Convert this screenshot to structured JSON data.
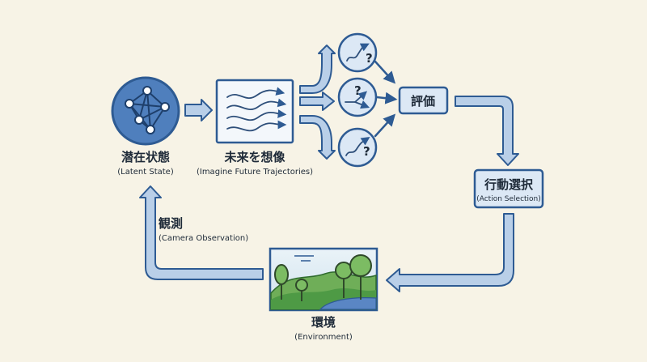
{
  "nodes": {
    "latent": {
      "title": "潜在状態",
      "subtitle": "(Latent State)"
    },
    "imagine": {
      "title": "未来を想像",
      "subtitle": "(Imagine Future Trajectories)"
    },
    "evaluate": {
      "title": "評価"
    },
    "action": {
      "title": "行動選択",
      "subtitle": "(Action Selection)"
    },
    "environment": {
      "title": "環境",
      "subtitle": "(Environment)"
    },
    "observe": {
      "title": "観測",
      "subtitle": "(Camera Observation)"
    }
  },
  "icons": {
    "latent": "neural-network-icon",
    "imagine": "trajectories-icon",
    "branch_mark": "?",
    "environment": "landscape-icon"
  },
  "colors": {
    "background": "#f7f3e6",
    "arrow_fill": "#b9cfe8",
    "arrow_stroke": "#2e5b93",
    "node_fill": "#dce8f5",
    "node_stroke": "#2e5b93",
    "dark_text": "#1e2a38"
  }
}
